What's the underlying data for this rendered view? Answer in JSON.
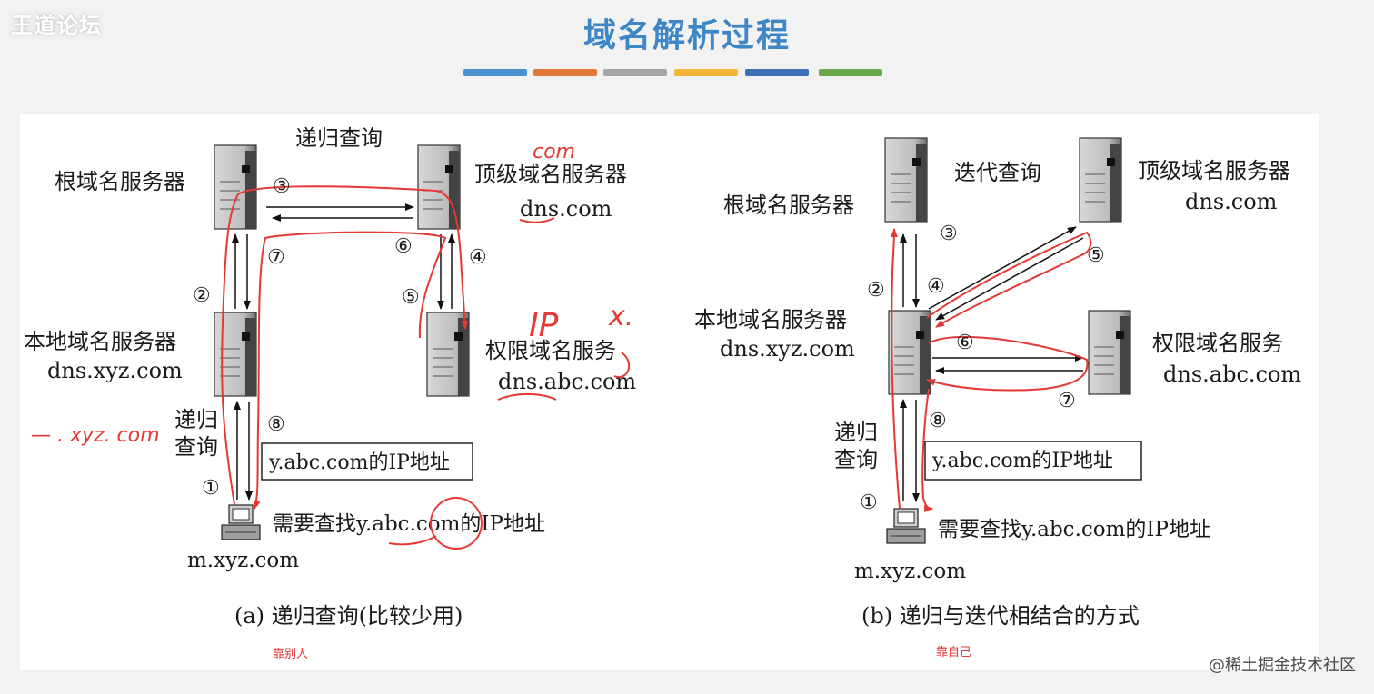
{
  "header": {
    "brand": "王道论坛",
    "title": "域名解析过程",
    "color_bars": [
      "#4a93d1",
      "#e2773a",
      "#a5a5a5",
      "#f4b63a",
      "#3f6fb5",
      "#6aa84f"
    ]
  },
  "diagram_a": {
    "mode_label": "递归查询",
    "root_server": "根域名服务器",
    "tld_server": "顶级域名服务器",
    "tld_domain": "dns.com",
    "local_server": "本地域名服务器",
    "local_domain": "dns.xyz.com",
    "auth_server": "权限域名服务",
    "auth_domain": "dns.abc.com",
    "client_query_line1": "递归",
    "client_query_line2": "查询",
    "answer_box": "y.abc.com的IP地址",
    "client_request": "需要查找y.abc.com的IP地址",
    "client_host": "m.xyz.com",
    "caption": "(a) 递归查询(比较少用)",
    "steps": [
      "①",
      "②",
      "③",
      "④",
      "⑤",
      "⑥",
      "⑦",
      "⑧"
    ],
    "handwriting": {
      "com": "com",
      "ip": "IP",
      "x": "x.",
      "xyz": "— . xyz. com"
    },
    "note": "靠别人"
  },
  "diagram_b": {
    "mode_label": "迭代查询",
    "root_server": "根域名服务器",
    "tld_server": "顶级域名服务器",
    "tld_domain": "dns.com",
    "local_server": "本地域名服务器",
    "local_domain": "dns.xyz.com",
    "auth_server": "权限域名服务",
    "auth_domain": "dns.abc.com",
    "client_query_line1": "递归",
    "client_query_line2": "查询",
    "answer_box": "y.abc.com的IP地址",
    "client_request": "需要查找y.abc.com的IP地址",
    "client_host": "m.xyz.com",
    "caption": "(b) 递归与迭代相结合的方式",
    "steps": [
      "①",
      "②",
      "③",
      "④",
      "⑤",
      "⑥",
      "⑦",
      "⑧"
    ],
    "note": "靠自己"
  },
  "watermark": "@稀土掘金技术社区"
}
